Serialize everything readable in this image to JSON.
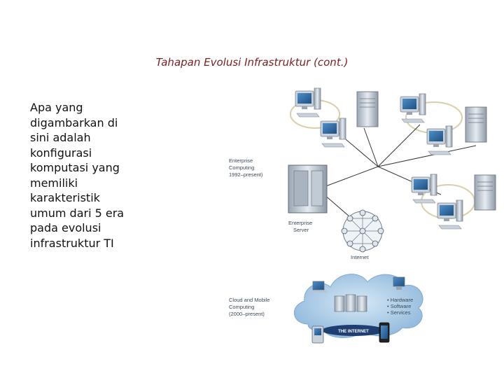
{
  "slide": {
    "title": "Tahapan Evolusi Infrastruktur (cont.)",
    "body": "Apa yang digambarkan di sini adalah konfigurasi komputasi yang memiliki karakteristik umum dari 5 era pada evolusi infrastruktur TI"
  },
  "figure": {
    "enterprise_label": [
      "Enterprise",
      "Computing",
      "1992–present)"
    ],
    "server_label": [
      "Enterprise",
      "Server"
    ],
    "internet_label": "Internet",
    "cloud_label": [
      "Cloud and Mobile",
      "Computing",
      "(2000–present)"
    ],
    "the_internet": "THE INTERNET",
    "cloud_items": [
      "• Hardware",
      "• Software",
      "• Services"
    ],
    "colors": {
      "title": "#7a1f1f",
      "cloud": "#a9cbe6",
      "device": "#b9c3cf",
      "screen": "#2b6fae"
    }
  }
}
